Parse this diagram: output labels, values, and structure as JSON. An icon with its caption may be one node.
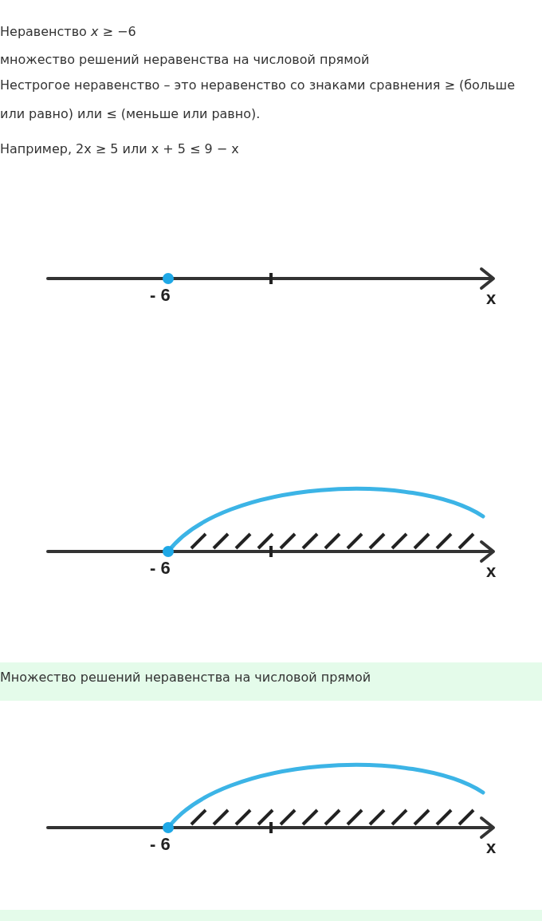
{
  "diagram": {
    "nodes": [
      {
        "text": [],
        "shape": "bar"
      }
    ],
    "labels": [
      "Неравенство *x* ≥ −6",
      "множество решений неравенства на числовой прямой",
      "Нестрогое неравенство – это неравенство со знаками сравнения ≥ (больше или равно) или ≤ (меньше или равно).",
      "Например, 2x ≥ 5 или x + 5 ≤ 9 − x",
      "- 6",
      "x",
      "- 6",
      "x",
      "Множество решений неравенства на числовой прямой",
      "- 6",
      "x"
    ]
  }
}
